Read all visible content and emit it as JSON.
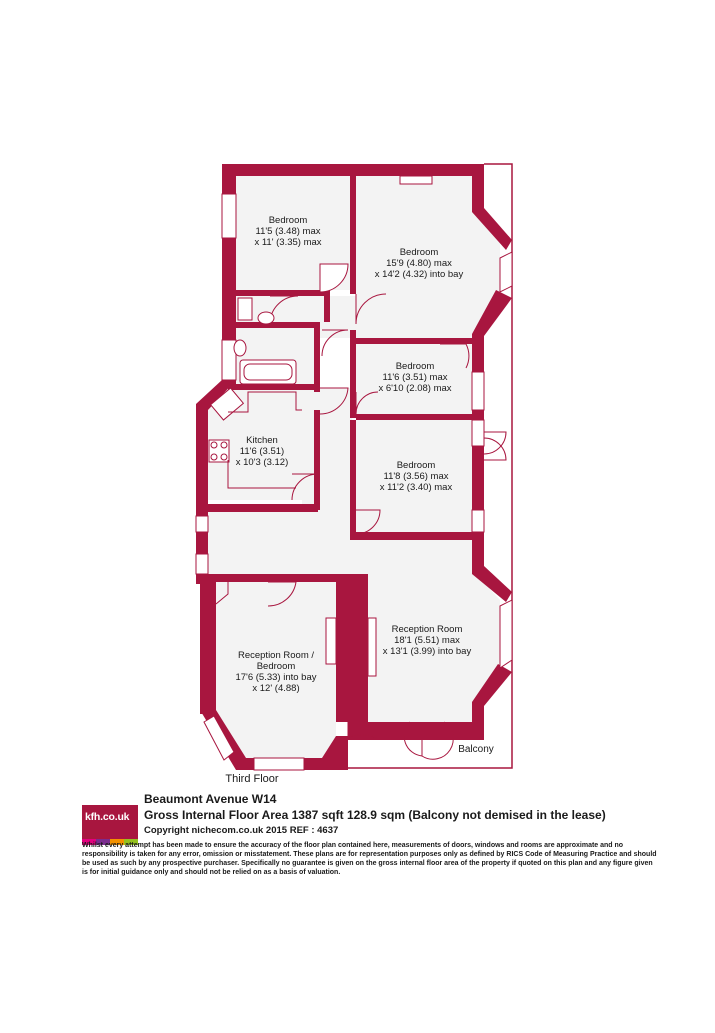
{
  "floor_plan": {
    "floor_name": "Third Floor",
    "balcony_label": "Balcony",
    "rooms": [
      {
        "id": "bedroom-1",
        "lines": [
          "Bedroom",
          "11'5 (3.48) max",
          "x 11' (3.35) max"
        ]
      },
      {
        "id": "bedroom-2",
        "lines": [
          "Bedroom",
          "15'9 (4.80) max",
          "x 14'2 (4.32) into bay"
        ]
      },
      {
        "id": "bedroom-3",
        "lines": [
          "Bedroom",
          "11'6 (3.51) max",
          "x 6'10 (2.08) max"
        ]
      },
      {
        "id": "kitchen",
        "lines": [
          "Kitchen",
          "11'6 (3.51)",
          "x 10'3 (3.12)"
        ]
      },
      {
        "id": "bedroom-4",
        "lines": [
          "Bedroom",
          "11'8 (3.56) max",
          "x 11'2 (3.40) max"
        ]
      },
      {
        "id": "reception-room",
        "lines": [
          "Reception Room",
          "18'1 (5.51) max",
          "x 13'1 (3.99) into bay"
        ]
      },
      {
        "id": "reception-room-bedroom",
        "lines": [
          "Reception Room /",
          "Bedroom",
          "17'6 (5.33) into bay",
          "x 12' (4.88)"
        ]
      }
    ],
    "colors": {
      "wall": "#a8163f",
      "floor": "#f3f3f3",
      "fixture": "#a8163f"
    }
  },
  "footer": {
    "logo_text": "kfh.co.uk",
    "logo_colors": [
      "#e3007e",
      "#7a2c8e",
      "#f39200",
      "#95c11f"
    ],
    "address": "Beaumont Avenue  W14",
    "area_summary": "Gross Internal Floor Area 1387 sqft 128.9 sqm (Balcony not demised in the lease)",
    "copyright": "Copyright nichecom.co.uk 2015 REF : 4637",
    "disclaimer": "Whilst every attempt has been made to ensure the accuracy of the floor plan contained here, measurements of doors, windows and rooms are approximate and no responsibility is taken for any error, omission or misstatement.  These plans are for representation purposes only as defined by RICS Code of Measuring Practice and should be used as such by any prospective purchaser.  Specifically no guarantee is given on the gross internal floor area of the property if quoted on this plan and any figure given is for initial guidance only and should not be relied on as a basis of valuation."
  }
}
